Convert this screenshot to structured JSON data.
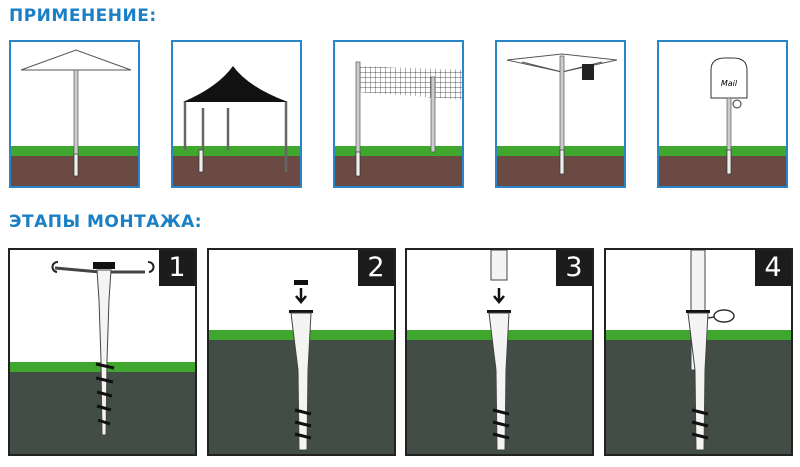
{
  "headings": {
    "usage": "ПРИМЕНЕНИЕ:",
    "steps": "ЭТАПЫ МОНТАЖА:"
  },
  "usage_panels": [
    {
      "name": "umbrella"
    },
    {
      "name": "tent"
    },
    {
      "name": "net"
    },
    {
      "name": "clothes-dryer"
    },
    {
      "name": "mailbox",
      "label": "Mail"
    }
  ],
  "steps": [
    {
      "number": "1"
    },
    {
      "number": "2"
    },
    {
      "number": "3"
    },
    {
      "number": "4"
    }
  ],
  "colors": {
    "heading": "#1a7fc4",
    "top_border": "#2a86c8",
    "grass": "#3fa62e",
    "soil_brown": "#6b4a44",
    "soil_green": "#414d45"
  }
}
